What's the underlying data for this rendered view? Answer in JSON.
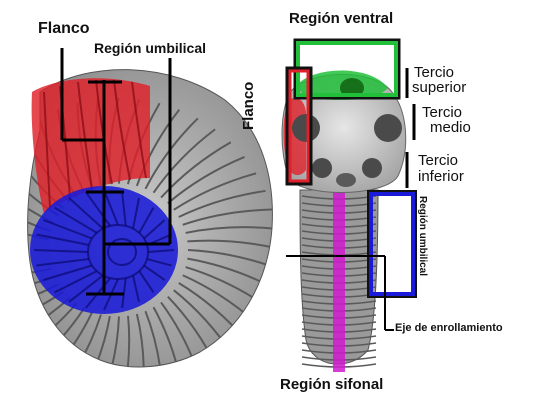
{
  "labels": {
    "flanco_left": "Flanco",
    "region_umbilical_left": "Región umbilical",
    "region_ventral": "Región ventral",
    "tercio_superior_1": "Tercio",
    "tercio_superior_2": "superior",
    "tercio_medio_1": "Tercio",
    "tercio_medio_2": "medio",
    "tercio_inferior_1": "Tercio",
    "tercio_inferior_2": "inferior",
    "flanco_right": "Flanco",
    "region_umbilical_right": "Región umbilical",
    "eje_enrollamiento": "Eje de enrollamiento",
    "region_sifonal": "Región sifonal"
  },
  "colors": {
    "flank_red": "#e0202a",
    "umbilical_blue": "#1a1ad8",
    "ventral_green": "#22c03a",
    "siphon_magenta": "#d01ad0",
    "shell_gray": "#a9a9a9",
    "rib_dark": "#5a5a5a",
    "line_black": "#000000"
  }
}
